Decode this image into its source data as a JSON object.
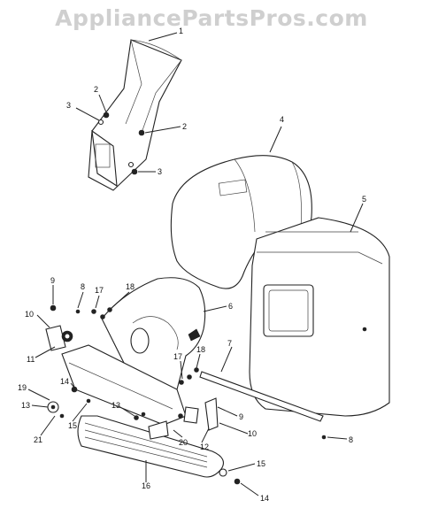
{
  "watermark": "AppliancePartsPros.com",
  "callouts": {
    "c1": "1",
    "c2a": "2",
    "c2b": "2",
    "c3a": "3",
    "c3b": "3",
    "c4": "4",
    "c5": "5",
    "c6": "6",
    "c7": "7",
    "c8": "8",
    "c8b": "8",
    "c9a": "9",
    "c9b": "9",
    "c10a": "10",
    "c10b": "10",
    "c11": "11",
    "c12": "12",
    "c13a": "13",
    "c13b": "13",
    "c14a": "14",
    "c14b": "14",
    "c15a": "15",
    "c15b": "15",
    "c16": "16",
    "c17a": "17",
    "c17b": "17",
    "c18a": "18",
    "c18b": "18",
    "c19": "19",
    "c20": "20",
    "c21": "21"
  }
}
